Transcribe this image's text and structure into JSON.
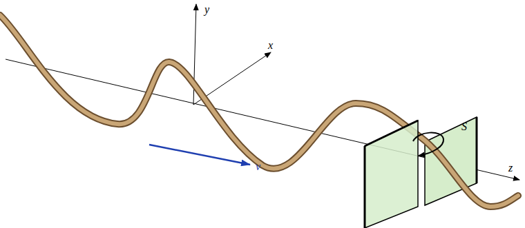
{
  "diagram": {
    "labels": [
      "y",
      "x",
      "z",
      "v",
      "S"
    ]
  }
}
